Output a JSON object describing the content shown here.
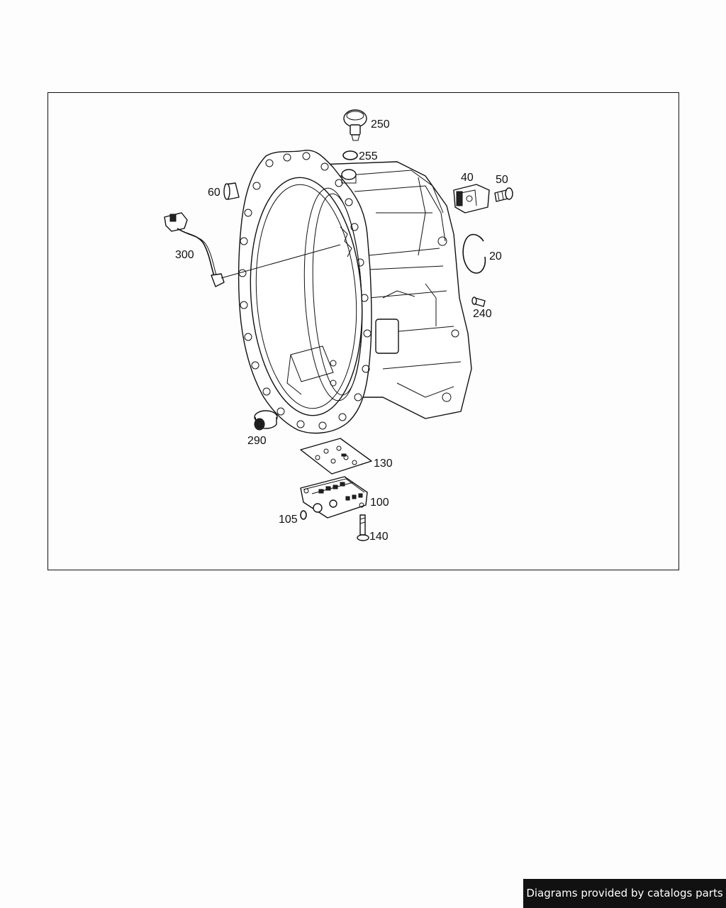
{
  "callouts": {
    "c250": "250",
    "c255": "255",
    "c40": "40",
    "c50": "50",
    "c60": "60",
    "c300": "300",
    "c20": "20",
    "c240": "240",
    "c290": "290",
    "c130": "130",
    "c100": "100",
    "c105": "105",
    "c140": "140"
  },
  "footer": {
    "credit": "Diagrams provided by catalogs parts"
  }
}
